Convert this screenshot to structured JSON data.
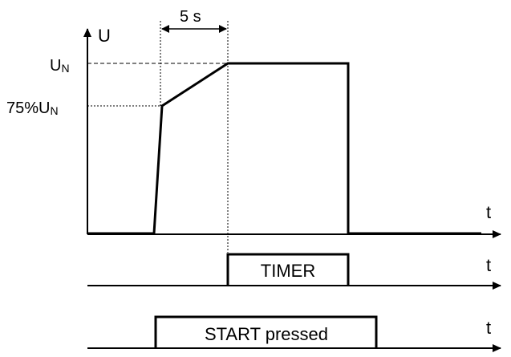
{
  "colors": {
    "ink": "#000000",
    "background": "#ffffff"
  },
  "axes": {
    "y_label": "U",
    "t_label": "t"
  },
  "levels": {
    "un_main": "U",
    "un_sub": "N",
    "p75_main": "75%U",
    "p75_sub": "N"
  },
  "dimension": {
    "label": "5 s"
  },
  "signals": {
    "timer_label": "TIMER",
    "start_label": "START pressed"
  }
}
